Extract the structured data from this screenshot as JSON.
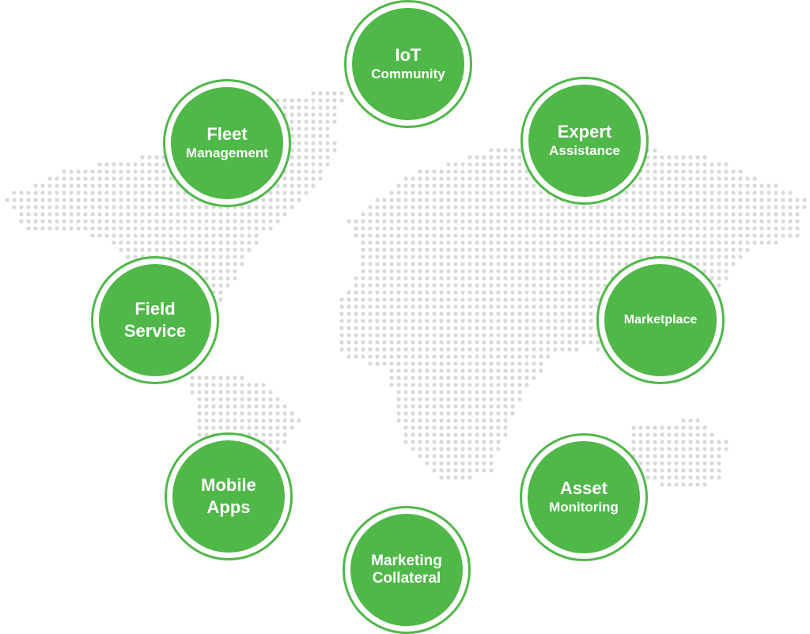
{
  "colors": {
    "accent": "#4fb848",
    "map_dots": "#d9d9d9"
  },
  "nodes": [
    {
      "id": "iot-community",
      "line1": "IoT",
      "line2": "Community"
    },
    {
      "id": "fleet-management",
      "line1": "Fleet",
      "line2": "Management"
    },
    {
      "id": "expert-assistance",
      "line1": "Expert",
      "line2": "Assistance"
    },
    {
      "id": "field-service",
      "line1": "Field",
      "line2": "Service"
    },
    {
      "id": "marketplace",
      "line1": "Marketplace",
      "line2": ""
    },
    {
      "id": "mobile-apps",
      "line1": "Mobile",
      "line2": "Apps"
    },
    {
      "id": "asset-monitoring",
      "line1": "Asset",
      "line2": "Monitoring"
    },
    {
      "id": "marketing-collateral",
      "line1": "Marketing",
      "line2": "Collateral"
    }
  ]
}
